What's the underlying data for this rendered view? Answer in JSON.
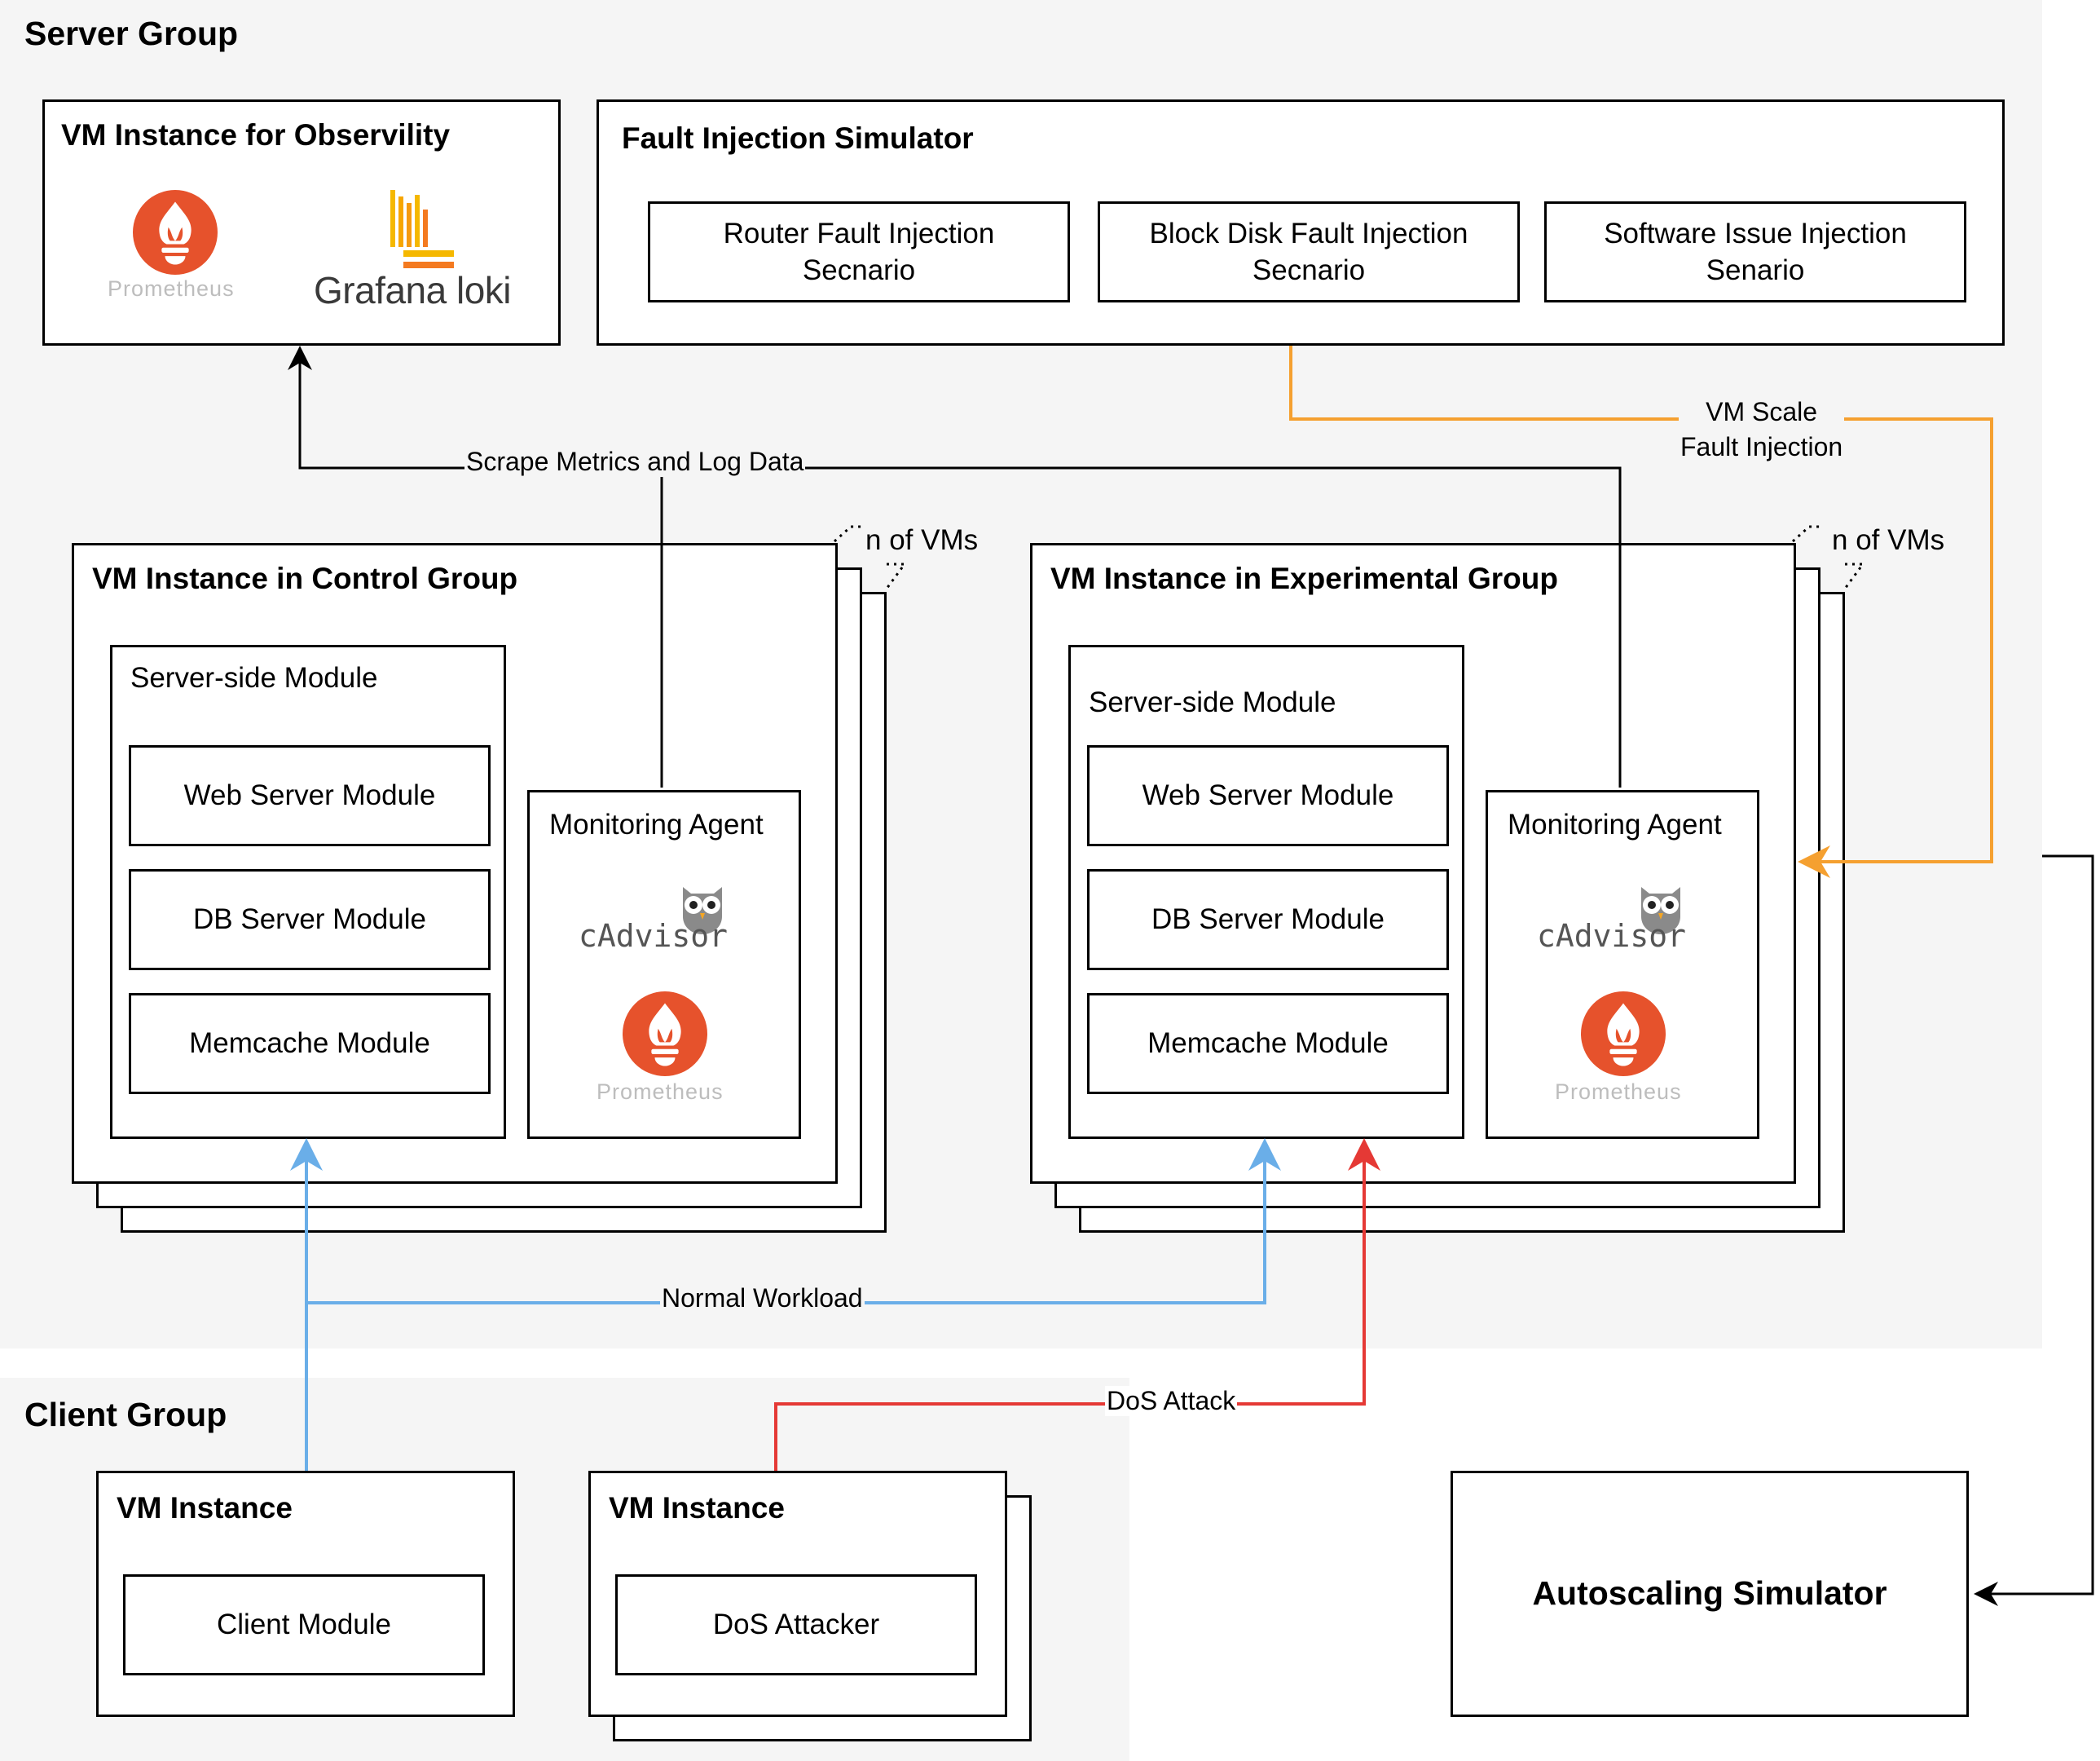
{
  "server_group": {
    "title": "Server Group",
    "observability": {
      "title": "VM Instance for Observility",
      "prometheus_label": "Prometheus",
      "loki_label": "Grafana loki"
    },
    "fault_simulator": {
      "title": "Fault Injection Simulator",
      "scenarios": [
        "Router Fault Injection\nSecnario",
        "Block Disk Fault Injection\nSecnario",
        "Software Issue Injection\nSenario"
      ]
    },
    "control_group": {
      "title": "VM Instance in Control Group",
      "stack_label": "n of VMs",
      "server_module_title": "Server-side Module",
      "modules": [
        "Web Server Module",
        "DB Server Module",
        "Memcache Module"
      ],
      "agent_title": "Monitoring Agent",
      "cadvisor_label": "cAdvisor",
      "prometheus_label": "Prometheus"
    },
    "experimental_group": {
      "title": "VM Instance in Experimental Group",
      "stack_label": "n of VMs",
      "server_module_title": "Server-side Module",
      "modules": [
        "Web Server Module",
        "DB Server Module",
        "Memcache Module"
      ],
      "agent_title": "Monitoring Agent",
      "cadvisor_label": "cAdvisor",
      "prometheus_label": "Prometheus"
    }
  },
  "client_group": {
    "title": "Client Group",
    "client_vm": {
      "title": "VM Instance",
      "module": "Client Module"
    },
    "attacker_vm": {
      "title": "VM Instance",
      "module": "DoS Attacker"
    }
  },
  "autoscaling": {
    "title": "Autoscaling Simulator"
  },
  "edges": {
    "scrape": "Scrape Metrics and Log Data",
    "vm_scale": "VM Scale\nFault Injection",
    "normal_workload": "Normal Workload",
    "dos_attack": "DoS Attack"
  },
  "colors": {
    "prometheus": "#e6522c",
    "loki_yellow": "#f5b800",
    "loki_orange": "#f47a20",
    "fault_arrow": "#f5a030",
    "workload_arrow": "#6aaee8",
    "dos_arrow": "#e53935",
    "region_bg": "#f5f5f5"
  }
}
